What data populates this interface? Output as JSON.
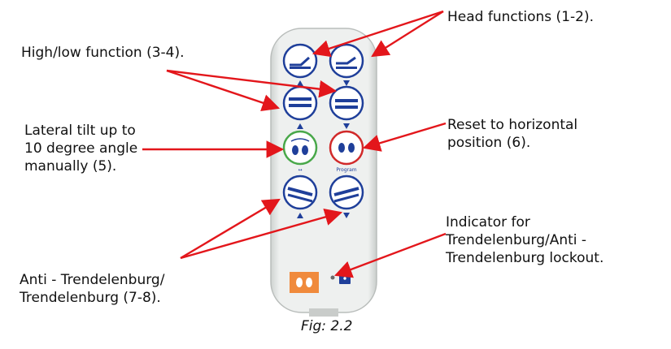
{
  "labels": {
    "head": "Head functions (1-2).",
    "high_low": "High/low function (3-4).",
    "lateral_tilt": "Lateral tilt up to\n10 degree angle\nmanually (5).",
    "reset": "Reset to horizontal\nposition (6).",
    "indicator": "Indicator for\nTrendelenburg/Anti -\nTrendelenburg lockout.",
    "trendelenburg": "Anti - Trendelenburg/\nTrendelenburg  (7-8)."
  },
  "remote": {
    "small_text_left": "↔",
    "small_text_right": "Program"
  },
  "caption": "Fig: 2.2",
  "colors": {
    "arrow": "#e3161b",
    "button_blue": "#1f3f9a",
    "reset_ring": "#d12a2a",
    "tilt_ring": "#49a84a",
    "remote_body": "#e9ecea",
    "indicator_orange": "#f08a3c"
  }
}
